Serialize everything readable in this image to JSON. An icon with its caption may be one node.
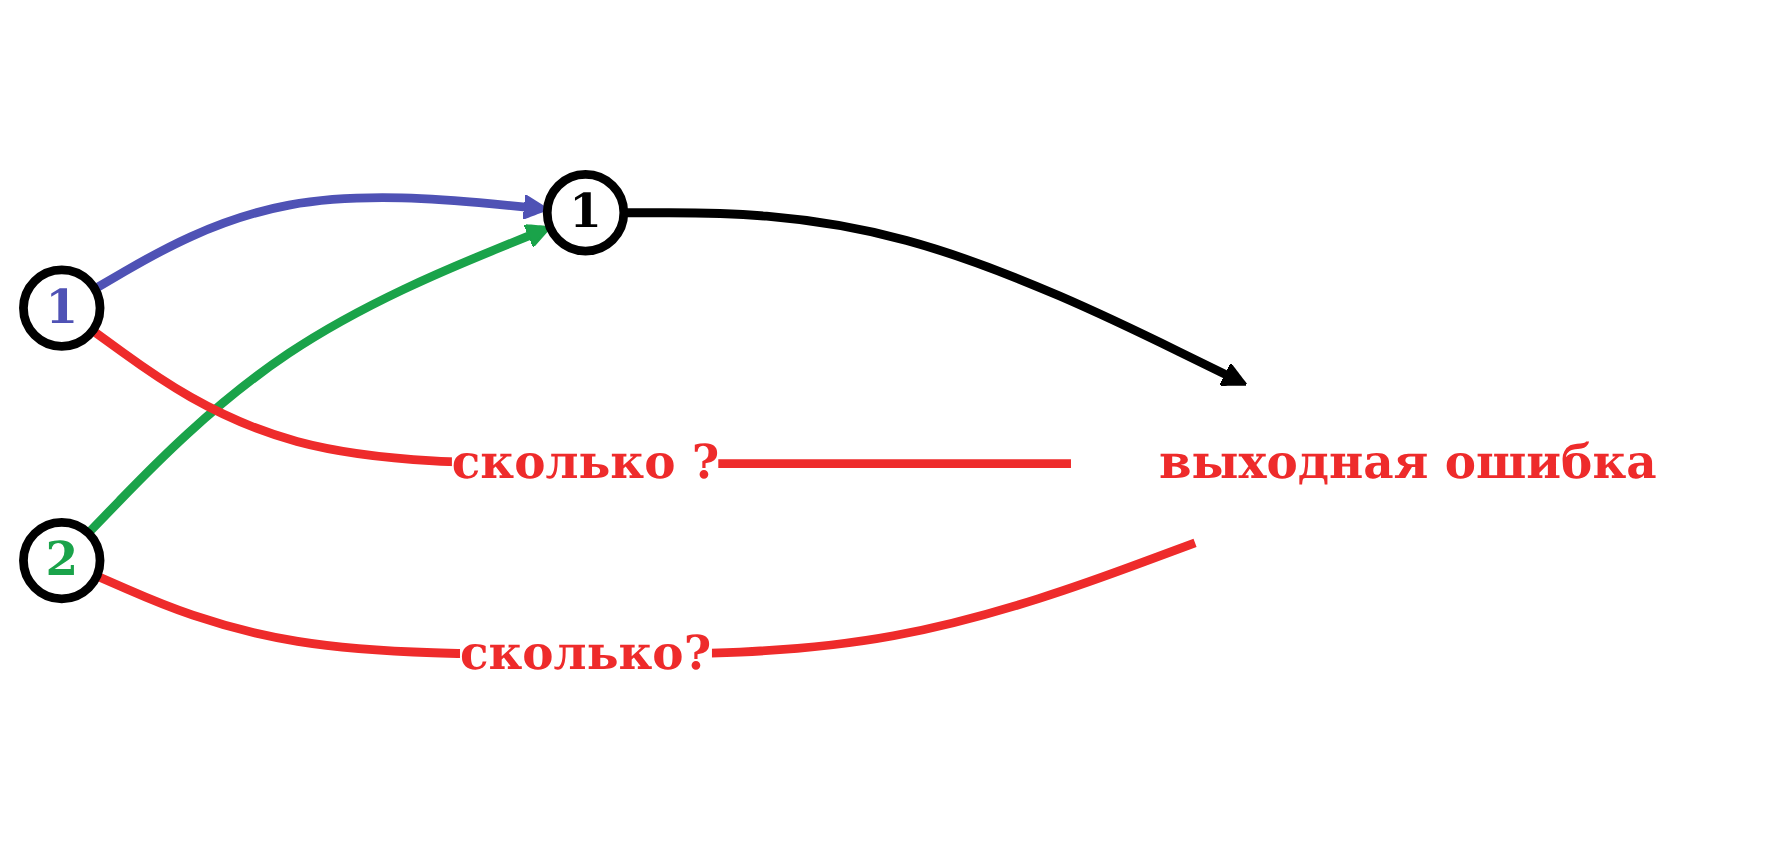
{
  "diagram": {
    "nodes": [
      {
        "text": [
          "1"
        ]
      },
      {
        "text": [
          "2"
        ]
      },
      {
        "text": [
          "1"
        ]
      },
      {
        "text": [
          "выходная ошибка"
        ]
      }
    ],
    "edges": [
      {
        "from": 0,
        "to": 2,
        "arrow": "to",
        "color": "#4f52b5"
      },
      {
        "from": 1,
        "to": 2,
        "arrow": "to",
        "color": "#1aa34a"
      },
      {
        "from": 2,
        "to": 3,
        "arrow": "to",
        "color": "#000000"
      },
      {
        "from": 0,
        "to": 3,
        "arrow": "none",
        "label": "сколько ?",
        "color": "#ee2b2b"
      },
      {
        "from": 1,
        "to": 3,
        "arrow": "none",
        "label": "сколько?",
        "color": "#ee2b2b"
      }
    ]
  }
}
